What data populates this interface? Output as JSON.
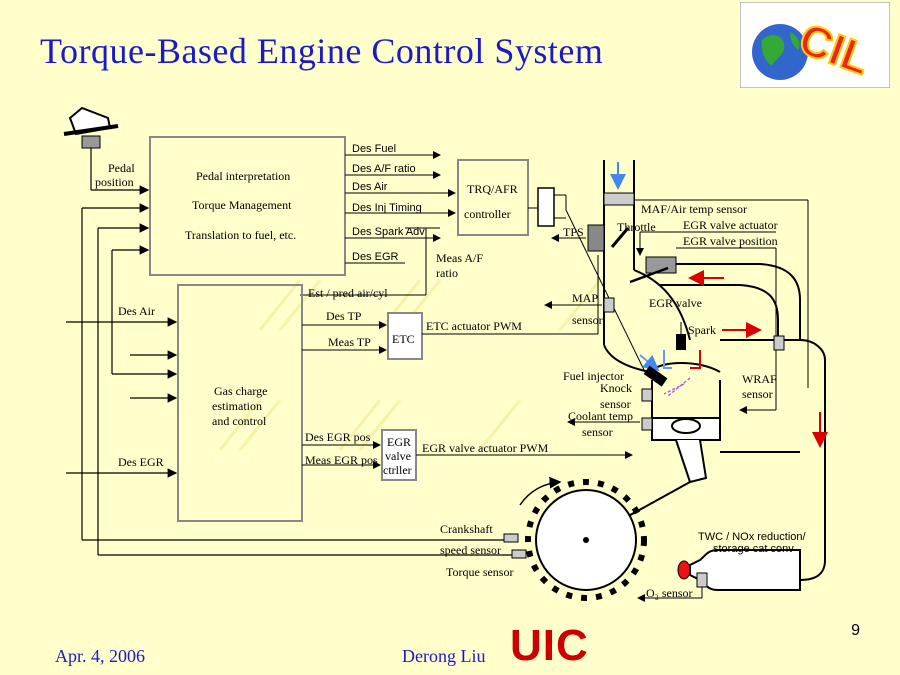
{
  "title": "Torque-Based Engine Control System",
  "footer": {
    "date": "Apr. 4, 2006",
    "author": "Derong Liu",
    "logo_text": "UIC",
    "page_number": "9"
  },
  "corner_logo_text": "CIL",
  "blocks": {
    "main": [
      "Pedal interpretation",
      "Torque Management",
      "Translation to fuel, etc."
    ],
    "gas": [
      "Gas charge",
      "estimation",
      "and control"
    ],
    "trq": [
      "TRQ/AFR",
      "controller"
    ],
    "etc": "ETC",
    "egr_ctrl": [
      "EGR",
      "valve",
      "ctrller"
    ]
  },
  "signals": {
    "des_fuel": "Des Fuel",
    "des_af": "Des A/F ratio",
    "des_air_out": "Des Air",
    "des_inj": "Des Inj Timing",
    "des_spark": "Des Spark Adv",
    "des_egr_out": "Des EGR",
    "meas_af": [
      "Meas A/F",
      "ratio"
    ],
    "est_air": "Est / pred air/cyl",
    "des_tp": "Des TP",
    "meas_tp": "Meas TP",
    "etc_pwm": "ETC actuator PWM",
    "des_egr_pos": "Des EGR pos",
    "meas_egr_pos": "Meas EGR pos",
    "egr_pwm": "EGR valve actuator PWM",
    "pedal_pos": [
      "Pedal",
      "position"
    ],
    "des_air_in": "Des Air",
    "des_egr_in": "Des EGR"
  },
  "components": {
    "tps": "TPS",
    "throttle": "Throttle",
    "maf": "MAF/Air temp sensor",
    "egr_act": "EGR valve actuator",
    "egr_pos": "EGR valve position",
    "map": [
      "MAP",
      "sensor"
    ],
    "egr_valve": "EGR valve",
    "spark": "Spark",
    "fuel_inj": "Fuel injector",
    "knock": [
      "Knock",
      "sensor"
    ],
    "coolant": [
      "Coolant temp",
      "sensor"
    ],
    "wraf": [
      "WRAF",
      "sensor"
    ],
    "crank": [
      "Crankshaft",
      "speed sensor"
    ],
    "torque": "Torque sensor",
    "twc": [
      "TWC / NOx  reduction/",
      "storage cat  conv"
    ],
    "o2": "O₂ sensor"
  }
}
